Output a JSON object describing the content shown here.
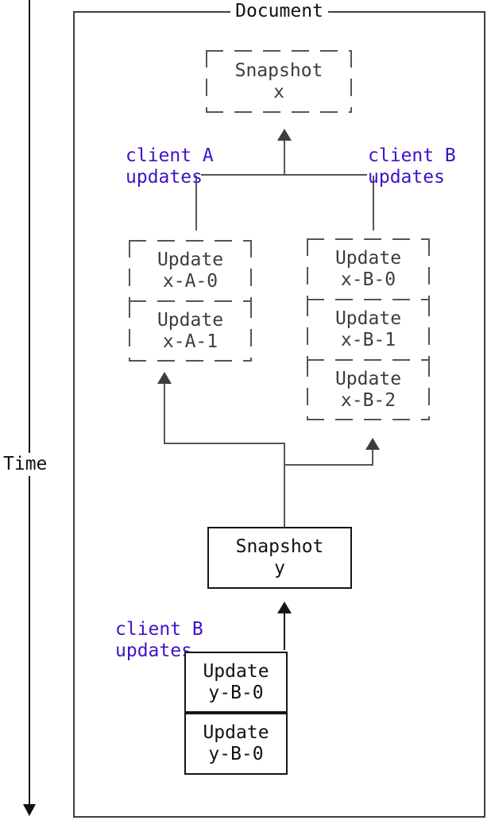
{
  "diagram": {
    "title": "Document",
    "time_axis": {
      "label": "Time"
    },
    "colors": {
      "line_gray": "#555555",
      "frame_gray": "#3f3f3f",
      "solid_black": "#161616",
      "client_accent_purple": "#4013c8",
      "dashed_text_gray": "#3d3d3d",
      "background": "#ffffff"
    },
    "snapshots": {
      "x": "Snapshot\nx",
      "y": "Snapshot\ny"
    },
    "client_labels": {
      "a_top": "client A\nupdates",
      "b_top": "client B\nupdates",
      "b_bottom": "client B\nupdates"
    },
    "update_stacks": {
      "xa": [
        "Update\nx-A-0",
        "Update\nx-A-1"
      ],
      "xb": [
        "Update\nx-B-0",
        "Update\nx-B-1",
        "Update\nx-B-2"
      ],
      "yb": [
        "Update\ny-B-0",
        "Update\ny-B-0"
      ]
    }
  }
}
